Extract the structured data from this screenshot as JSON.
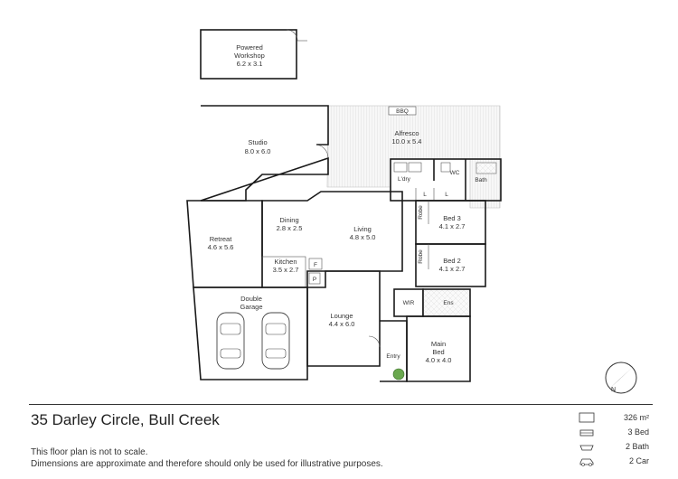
{
  "property": {
    "address": "35 Darley Circle, Bull Creek"
  },
  "disclaimer": {
    "line1": "This floor plan is not to scale.",
    "line2": "Dimensions are approximate and therefore should only be used for illustrative purposes."
  },
  "stats": [
    {
      "icon": "area-icon",
      "value": "326 m²"
    },
    {
      "icon": "bed-icon",
      "value": "3 Bed"
    },
    {
      "icon": "bath-icon",
      "value": "2 Bath"
    },
    {
      "icon": "car-icon",
      "value": "2 Car"
    }
  ],
  "rooms": {
    "workshop": {
      "name1": "Powered",
      "name2": "Workshop",
      "dims": "6.2 x 3.1"
    },
    "studio": {
      "name": "Studio",
      "dims": "8.0 x 6.0"
    },
    "alfresco": {
      "name": "Alfresco",
      "dims": "10.0 x 5.4",
      "bbq": "BBQ"
    },
    "laundry": {
      "name": "L'dry"
    },
    "wc": {
      "name": "WC"
    },
    "bath": {
      "name": "Bath"
    },
    "linen1": {
      "name": "L"
    },
    "linen2": {
      "name": "L"
    },
    "robe3": {
      "name": "Robe"
    },
    "robe2": {
      "name": "Robe"
    },
    "bed3": {
      "name": "Bed 3",
      "dims": "4.1 x 2.7"
    },
    "bed2": {
      "name": "Bed 2",
      "dims": "4.1 x 2.7"
    },
    "retreat": {
      "name": "Retreat",
      "dims": "4.6 x 5.6"
    },
    "dining": {
      "name": "Dining",
      "dims": "2.8 x 2.5"
    },
    "living": {
      "name": "Living",
      "dims": "4.8 x 5.0"
    },
    "kitchen": {
      "name": "Kitchen",
      "dims": "3.5 x 2.7"
    },
    "fridge": {
      "name": "F"
    },
    "pantry": {
      "name": "P"
    },
    "garage": {
      "name1": "Double",
      "name2": "Garage"
    },
    "lounge": {
      "name": "Lounge",
      "dims": "4.4 x 6.0"
    },
    "wir": {
      "name": "WIR"
    },
    "ensuite": {
      "name": "Ens"
    },
    "mainbed": {
      "name1": "Main",
      "name2": "Bed",
      "dims": "4.0 x 4.0"
    },
    "entry": {
      "name": "Entry"
    }
  },
  "colors": {
    "wall": "#1a1a1a",
    "deck": "#f0f0f0",
    "garden": "#6aa84f"
  }
}
